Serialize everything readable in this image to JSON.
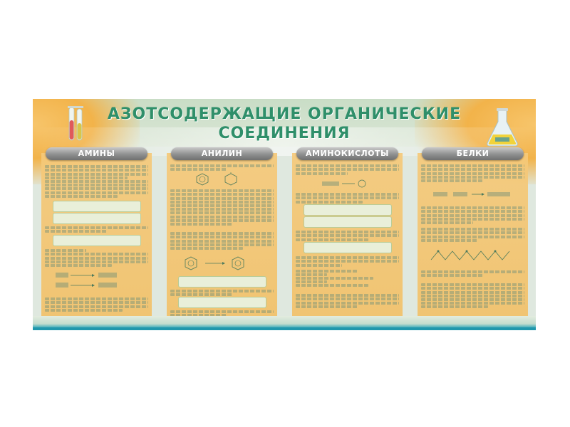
{
  "poster": {
    "title_line1": "АЗОТСОДЕРЖАЩИЕ ОРГАНИЧЕСКИЕ",
    "title_line2": "СОЕДИНЕНИЯ"
  },
  "columns": [
    {
      "header": "АМИНЫ"
    },
    {
      "header": "АНИЛИН"
    },
    {
      "header": "АМИНОКИСЛОТЫ"
    },
    {
      "header": "БЕЛКИ"
    }
  ],
  "colors": {
    "title": "#2f8f6a",
    "panel": "#f2c169",
    "header": "#8f9090",
    "band": "#1f97ac"
  },
  "icons": [
    "test-tubes-icon",
    "flask-icon"
  ]
}
